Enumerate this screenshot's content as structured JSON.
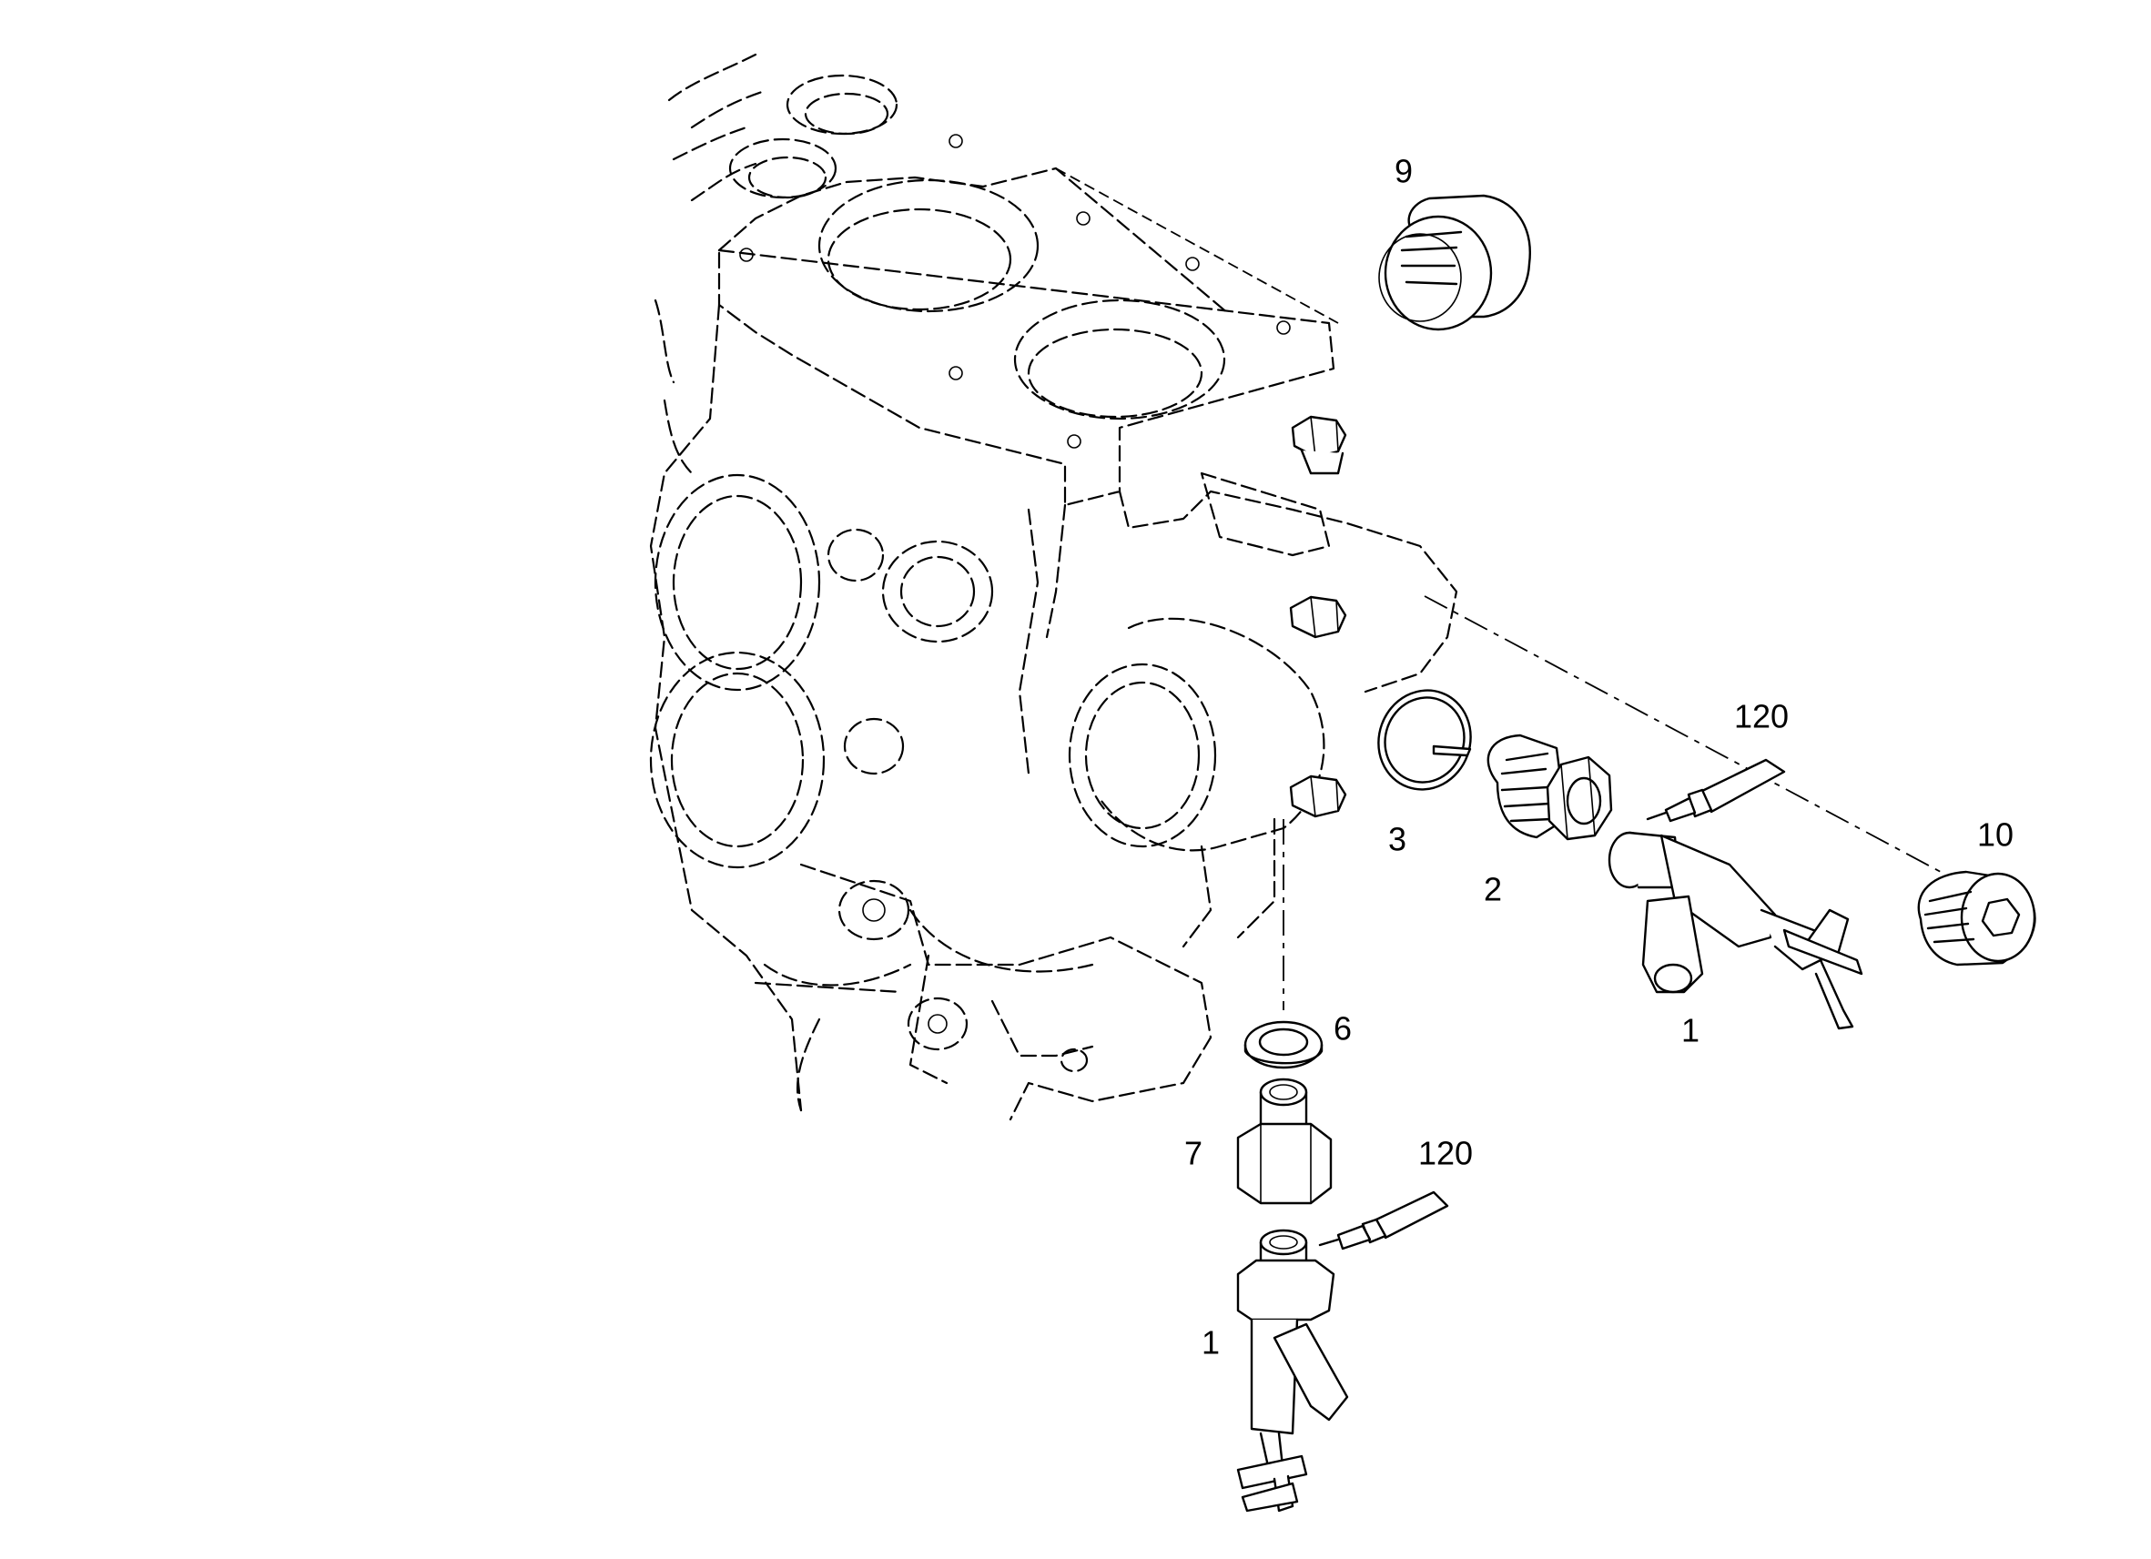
{
  "callouts": {
    "part_9": "9",
    "part_3": "3",
    "part_2": "2",
    "part_120_right": "120",
    "part_10": "10",
    "part_1_right": "1",
    "part_6": "6",
    "part_7": "7",
    "part_120_bottom": "120",
    "part_1_bottom": "1"
  },
  "colors": {
    "line": "#000000",
    "background": "#ffffff"
  }
}
